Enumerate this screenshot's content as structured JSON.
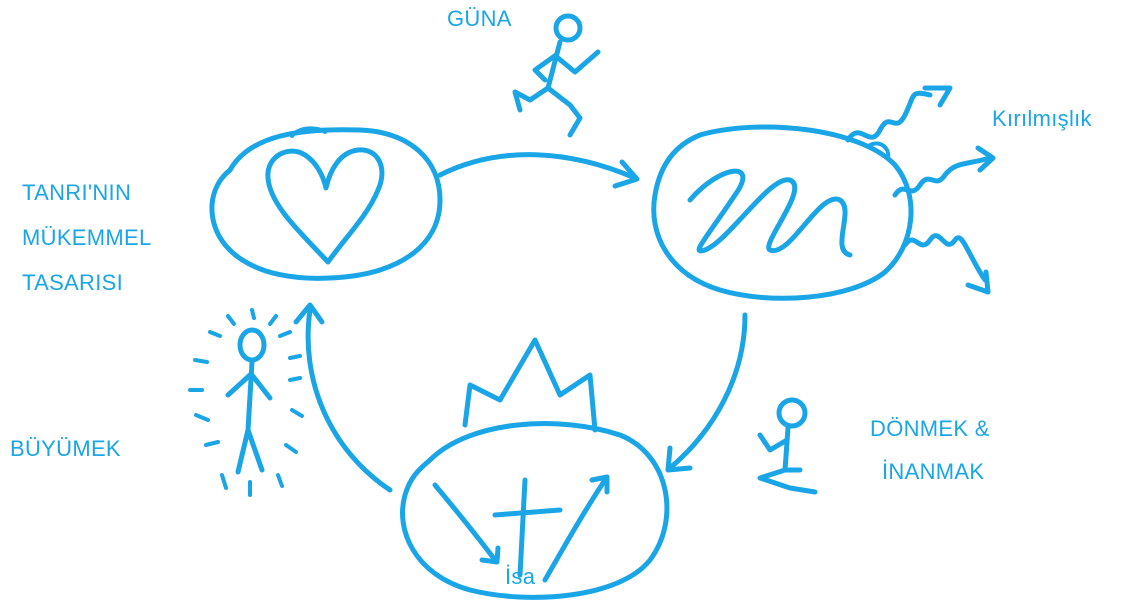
{
  "labels": {
    "to_sin": "GÜNA",
    "brokenness": "Kırılmışlık",
    "design_line1": "TANRI'NIN",
    "design_line2": "MÜKEMMEL",
    "design_line3": "TASARISI",
    "growing": "BÜYÜMEK",
    "repent_line1": "DÖNMEK &",
    "repent_line2": "İNANMAK",
    "jesus": "İsa"
  },
  "colors": {
    "ink": "#1aa6e6",
    "background": "#ffffff"
  },
  "icons": [
    "heart-icon",
    "scribble-icon",
    "cross-icon",
    "crown-icon",
    "running-figure-icon",
    "kneeling-figure-icon",
    "radiant-figure-icon"
  ]
}
